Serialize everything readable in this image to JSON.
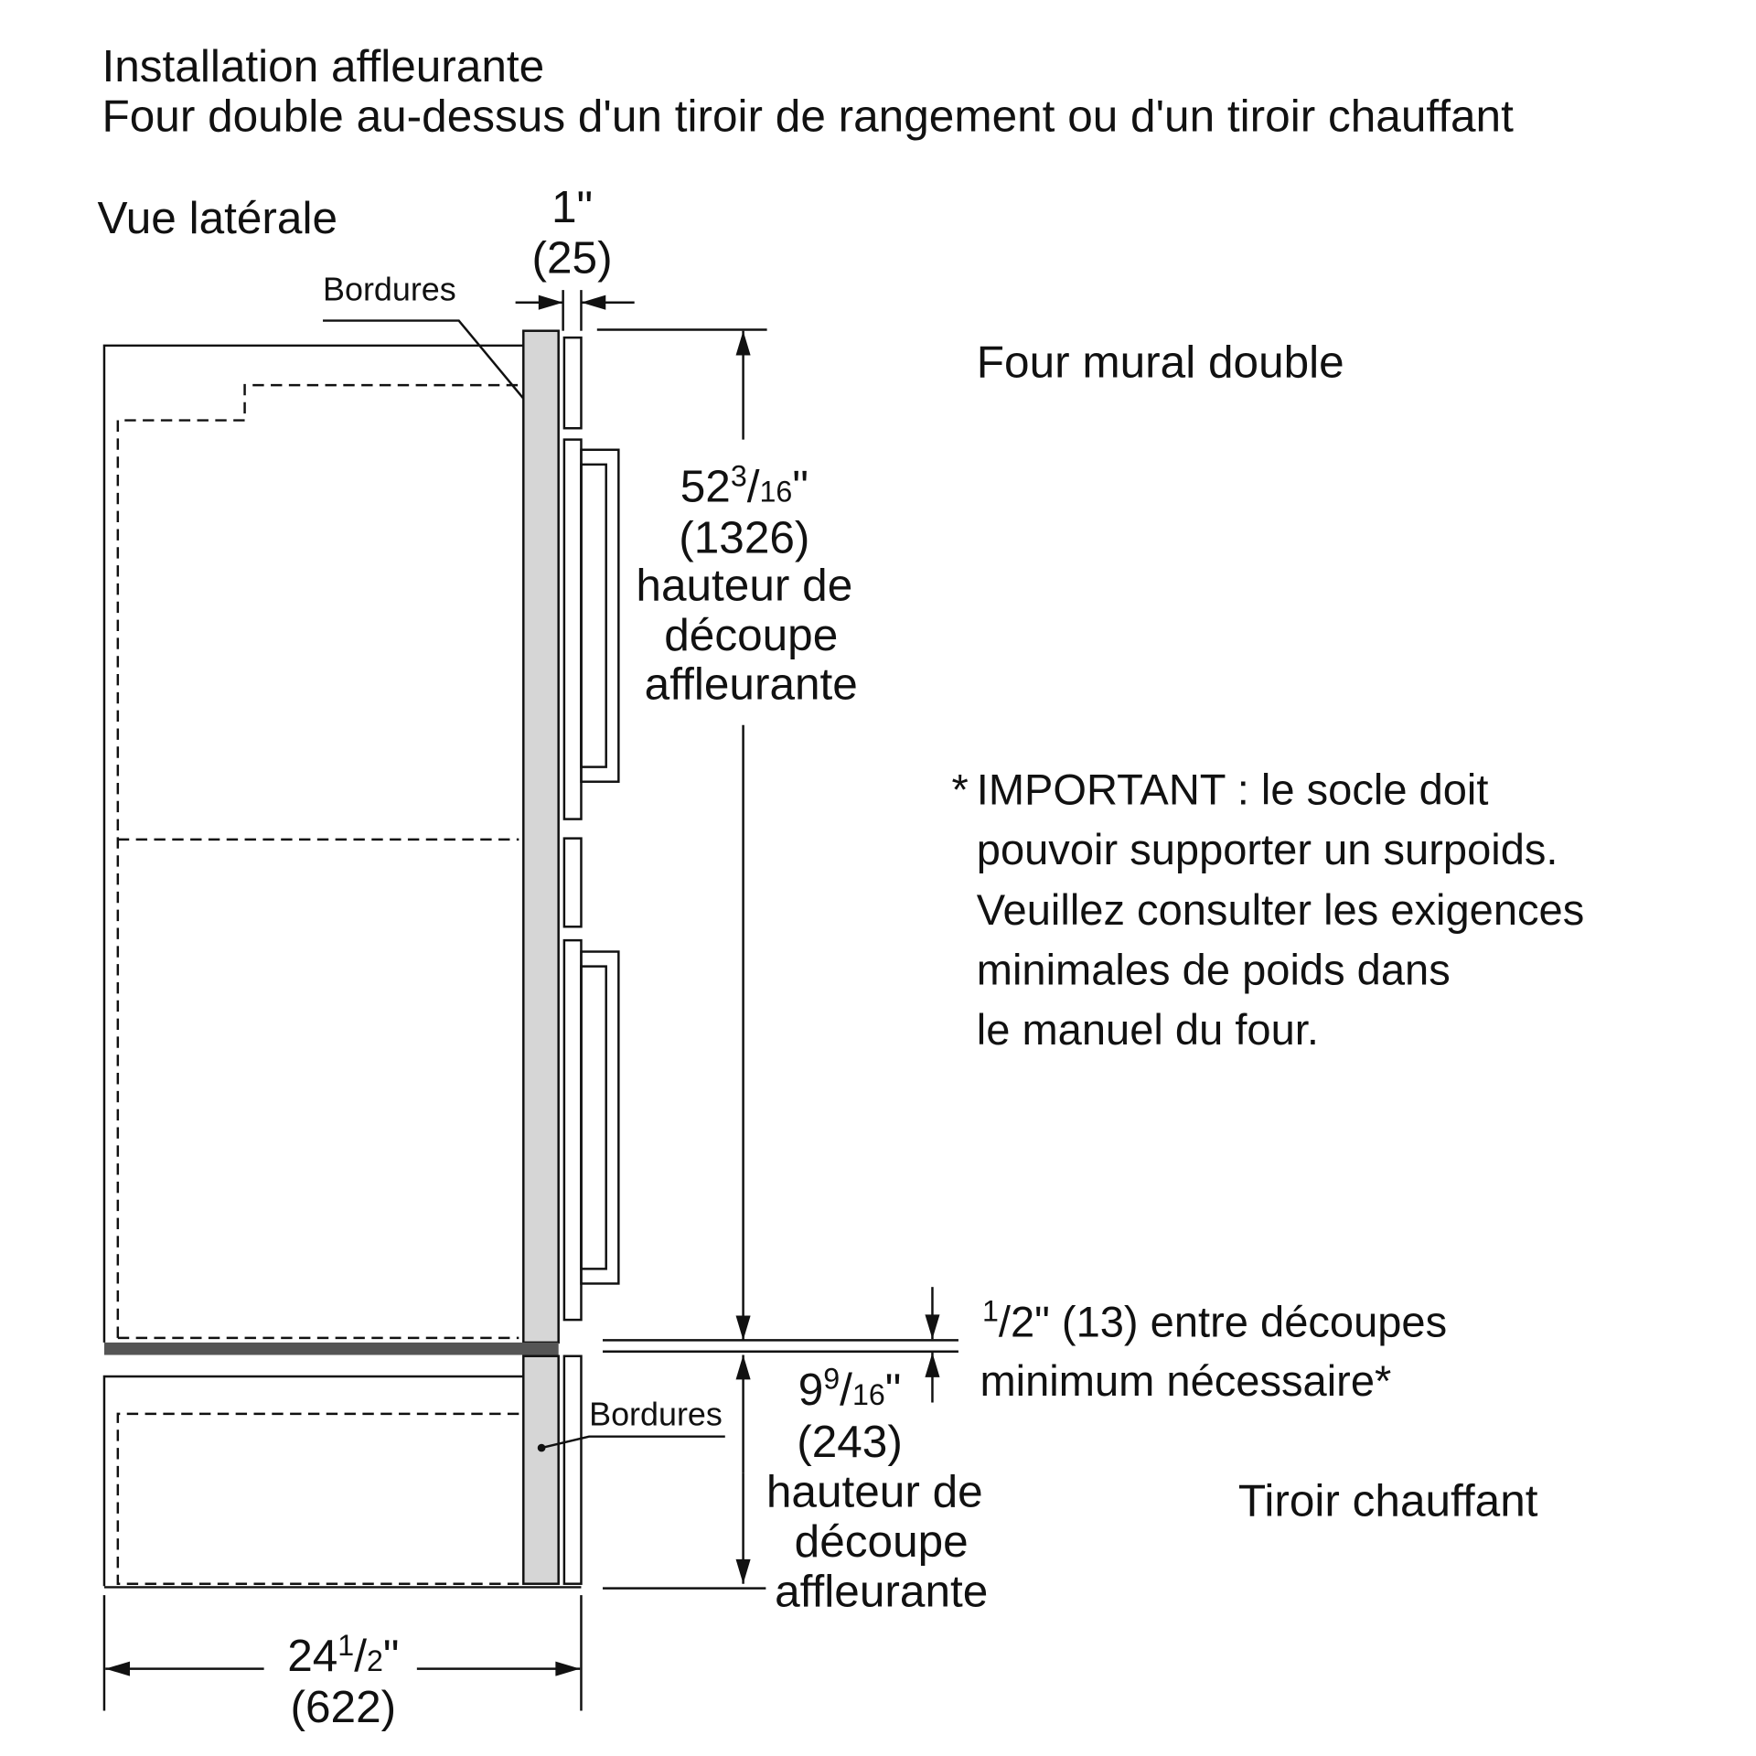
{
  "title": {
    "line1": "Installation affleurante",
    "line2": "Four double au-dessus d'un tiroir de rangement ou d'un tiroir chauffant"
  },
  "view_label": "Vue latérale",
  "labels": {
    "trim_top": "Bordures",
    "trim_bottom": "Bordures",
    "oven": "Four mural double",
    "drawer": "Tiroir chauffant"
  },
  "dims": {
    "gap": {
      "inch": "1\"",
      "mm": "(25)"
    },
    "oven_height": {
      "whole": "52",
      "num": "3",
      "den": "16",
      "unit": "\"",
      "mm": "(1326)",
      "desc1": "hauteur de",
      "desc2": "découpe",
      "desc3": "affleurante"
    },
    "drawer_height": {
      "whole": "9",
      "num": "9",
      "den": "16",
      "unit": "\"",
      "mm": "(243)",
      "desc1": "hauteur de",
      "desc2": "découpe",
      "desc3": "affleurante"
    },
    "between": {
      "num": "1",
      "den": "2",
      "rest": "\" (13) entre découpes",
      "line2": "minimum nécessaire*"
    },
    "width": {
      "whole": "24",
      "num": "1",
      "den": "2",
      "unit": "\"",
      "mm": "(622)"
    }
  },
  "important": {
    "star": "*",
    "lines": [
      "IMPORTANT : le socle doit",
      "pouvoir supporter un surpoids.",
      "Veuillez consulter les exigences",
      "minimales de poids dans",
      "le manuel du four."
    ]
  },
  "colors": {
    "trim": "#d6d6d6",
    "base": "#555555",
    "line": "#111111"
  }
}
